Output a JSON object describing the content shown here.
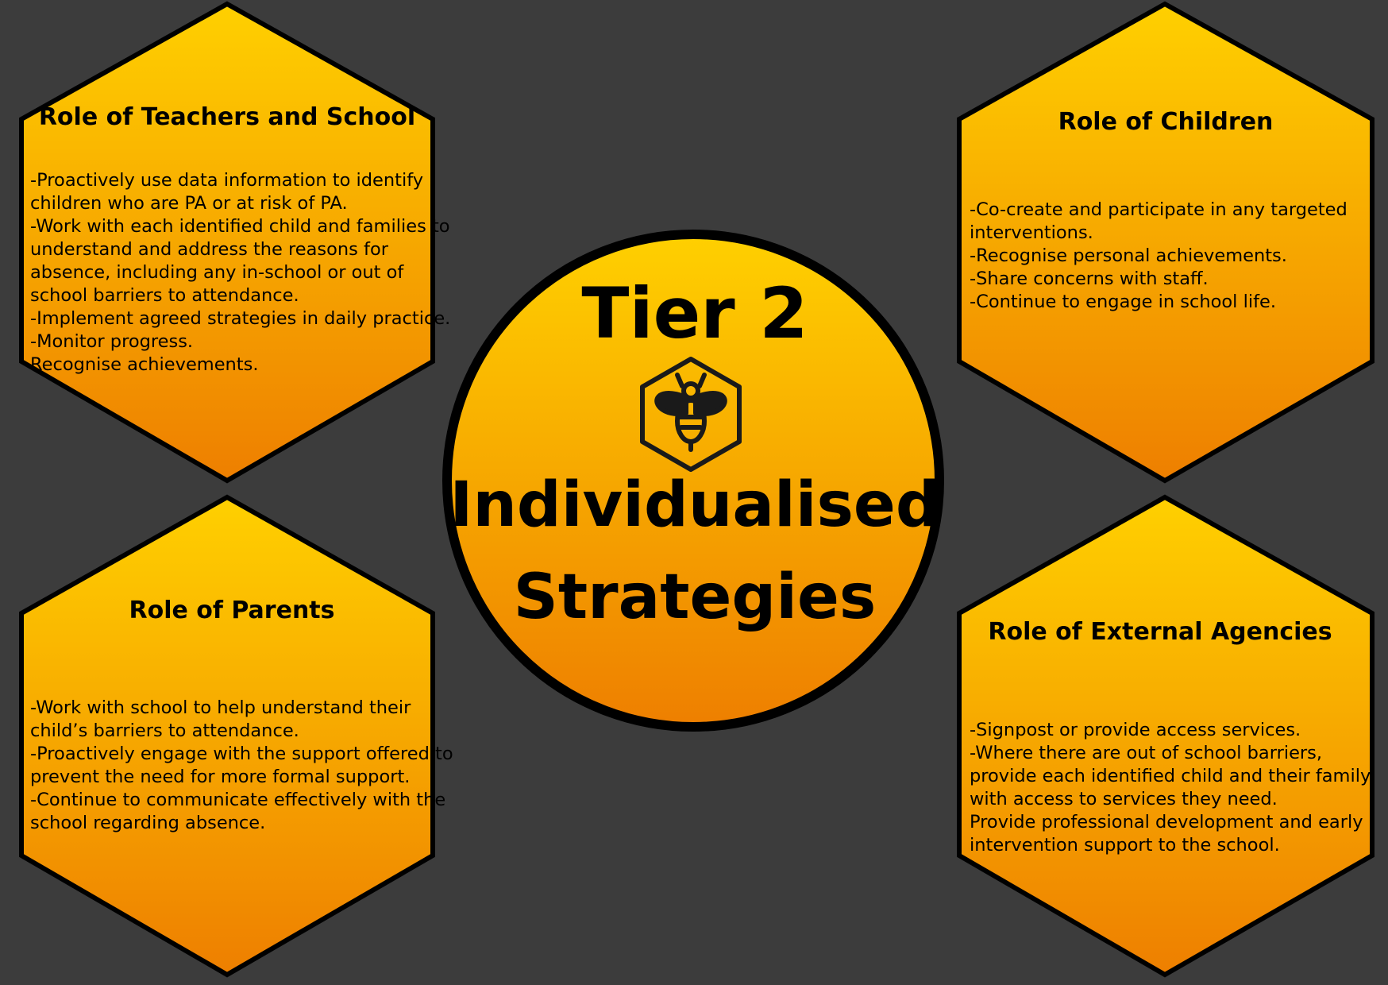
{
  "center": {
    "tier": "Tier 2",
    "title_line1": "Individualised",
    "title_line2": "Strategies"
  },
  "colors": {
    "background": "#3c3c3c",
    "gradient_top": "#ffd000",
    "gradient_bottom": "#ee7f00",
    "outline": "#000000"
  },
  "icons": {
    "center": "bee-hexagon-icon"
  },
  "teachers": {
    "title": "Role of Teachers and School",
    "lines": [
      "-Proactively use data information to identify",
      "children who are PA or at risk of PA.",
      "-Work with each identified child and families to",
      "understand and address the reasons for",
      "absence, including any in-school or out of",
      "school barriers to attendance.",
      "-Implement agreed strategies in daily practice.",
      "-Monitor progress.",
      "Recognise achievements."
    ]
  },
  "children": {
    "title": "Role of Children",
    "lines": [
      "-Co-create and participate in any targeted",
      "interventions.",
      "-Recognise personal achievements.",
      "-Share concerns with staff.",
      "-Continue to engage in school life."
    ]
  },
  "parents": {
    "title": "Role of Parents",
    "lines": [
      "-Work with school to help understand their",
      "child’s barriers to attendance.",
      "-Proactively engage with the support offered to",
      "prevent the need for more formal support.",
      "-Continue to communicate effectively with the",
      "school regarding absence."
    ]
  },
  "agencies": {
    "title": "Role of External Agencies",
    "lines": [
      "-Signpost or provide access services.",
      "-Where there are out of school barriers,",
      "provide each identified child and their family",
      "with access to services they need.",
      "Provide professional development and early",
      "intervention  support to the school."
    ]
  }
}
